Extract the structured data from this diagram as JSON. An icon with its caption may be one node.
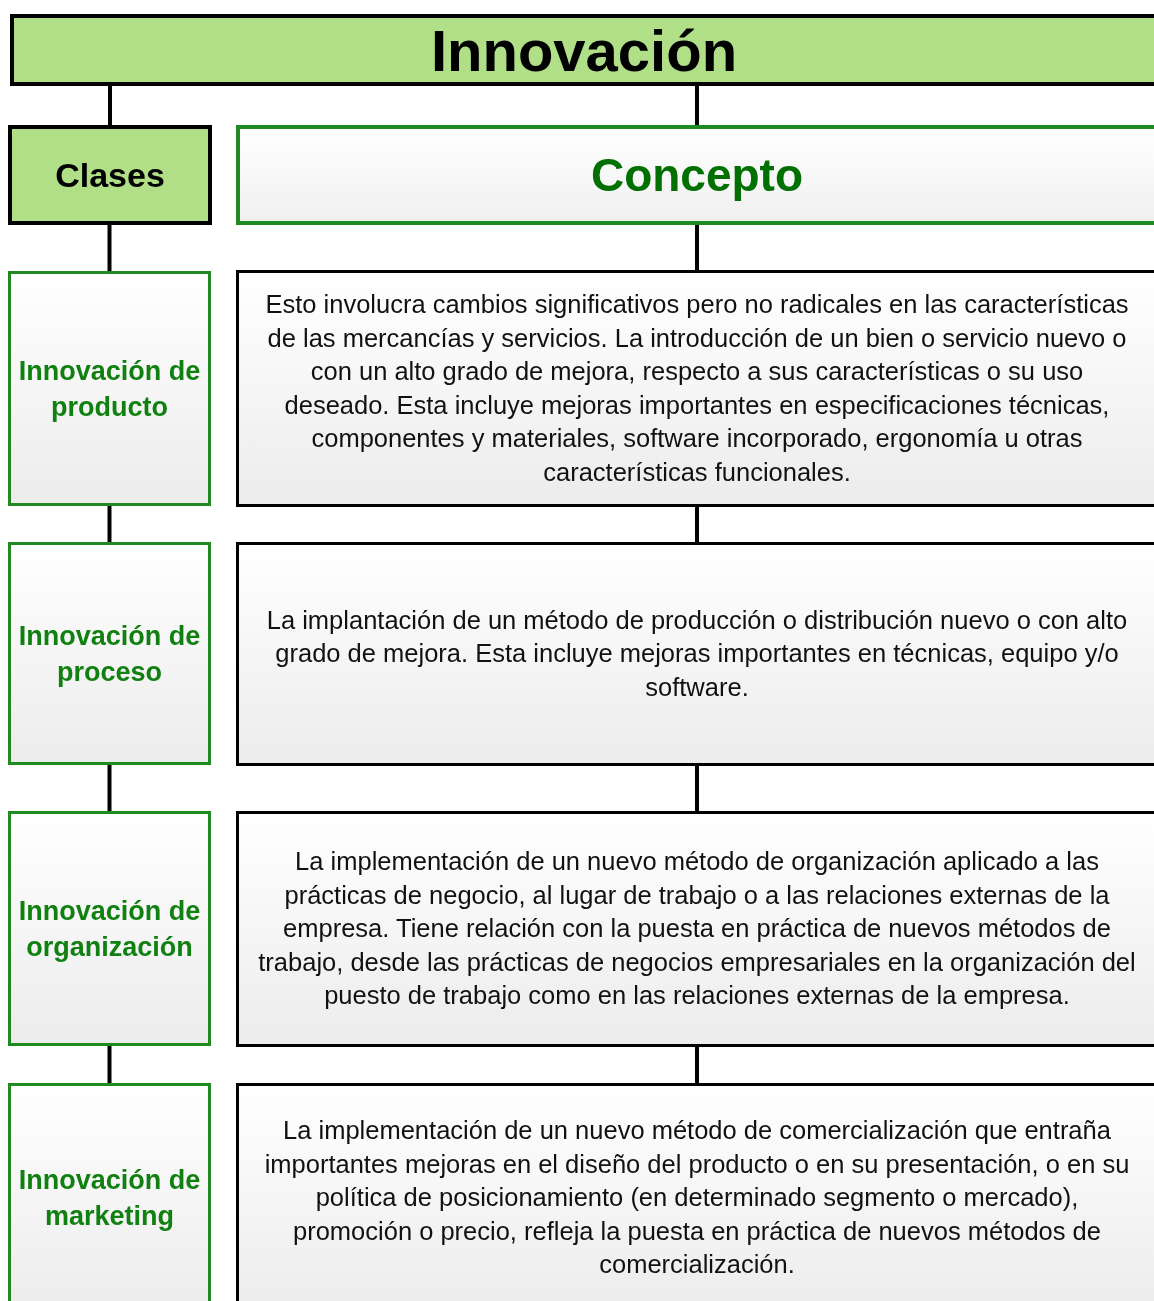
{
  "diagram": {
    "nodes": [
      {
        "text": [
          "Innovación"
        ]
      },
      {
        "text": [
          "Clases"
        ]
      },
      {
        "text": [
          "Concepto"
        ]
      },
      {
        "text": [
          "Innovación de producto"
        ]
      },
      {
        "text": [
          "Esto involucra cambios significativos pero no radicales en las características de las mercancías y servicios. La introducción de un bien o servicio nuevo o con un alto grado de mejora, respecto a sus características o su uso deseado. Esta incluye mejoras importantes en especificaciones técnicas, componentes y materiales, software incorporado, ergonomía u otras características funcionales."
        ]
      },
      {
        "text": [
          "Innovación de proceso"
        ]
      },
      {
        "text": [
          "La implantación de un método de producción o distribución nuevo o con alto grado de mejora. Esta incluye mejoras importantes en técnicas, equipo y/o software."
        ]
      },
      {
        "text": [
          "Innovación de organización"
        ]
      },
      {
        "text": [
          "La implementación de un nuevo método de organización aplicado a las prácticas de negocio, al lugar de trabajo o a las relaciones externas de la empresa. Tiene relación con la puesta en práctica de nuevos métodos de trabajo, desde las prácticas de negocios empresariales en la organización del puesto de trabajo como en las relaciones externas de la empresa."
        ]
      },
      {
        "text": [
          "Innovación de marketing"
        ]
      },
      {
        "text": [
          "La implementación de un nuevo método de comercialización que entraña importantes mejoras en el diseño del producto o en su presentación, o en su política de posicionamiento (en determinado segmento o mercado), promoción o precio, refleja la puesta en práctica de nuevos métodos de comercialización."
        ]
      }
    ],
    "edges": [
      {
        "from": 0,
        "to": 1,
        "arrow": "none"
      },
      {
        "from": 0,
        "to": 2,
        "arrow": "none"
      },
      {
        "from": 1,
        "to": 3,
        "arrow": "none"
      },
      {
        "from": 2,
        "to": 4,
        "arrow": "none"
      },
      {
        "from": 3,
        "to": 5,
        "arrow": "none"
      },
      {
        "from": 4,
        "to": 6,
        "arrow": "none"
      },
      {
        "from": 5,
        "to": 7,
        "arrow": "none"
      },
      {
        "from": 6,
        "to": 8,
        "arrow": "none"
      },
      {
        "from": 7,
        "to": 9,
        "arrow": "none"
      },
      {
        "from": 8,
        "to": 10,
        "arrow": "none"
      }
    ]
  }
}
